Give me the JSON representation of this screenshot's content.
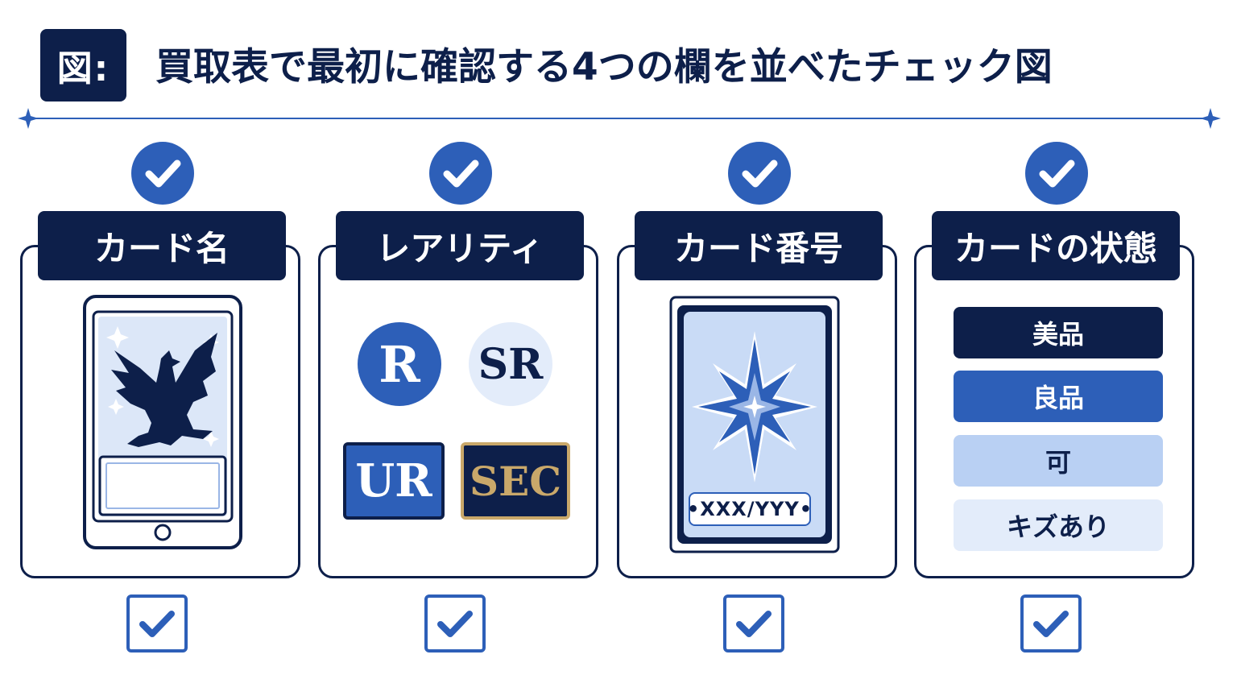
{
  "header": {
    "badge": "図:",
    "title": "買取表で最初に確認する4つの欄を並べたチェック図"
  },
  "columns": [
    {
      "id": "card-name",
      "label": "カード名"
    },
    {
      "id": "rarity",
      "label": "レアリティ"
    },
    {
      "id": "card-number",
      "label": "カード番号"
    },
    {
      "id": "card-condition",
      "label": "カードの状態"
    }
  ],
  "rarity": {
    "r": "R",
    "sr": "SR",
    "ur": "UR",
    "sec": "SEC"
  },
  "card_number": {
    "label": "•XXX/YYY•"
  },
  "conditions": [
    "美品",
    "良品",
    "可",
    "キズあり"
  ],
  "colors": {
    "navy": "#0d1f4a",
    "blue": "#2d5fb8",
    "light_blue": "#c9dbf6",
    "pale_blue": "#e3ecfa",
    "gold": "#c9a86a"
  },
  "icons": [
    "check-circle-icon",
    "dragon-card-icon",
    "star-card-icon",
    "checkbox-checked-icon",
    "sparkle-icon"
  ]
}
